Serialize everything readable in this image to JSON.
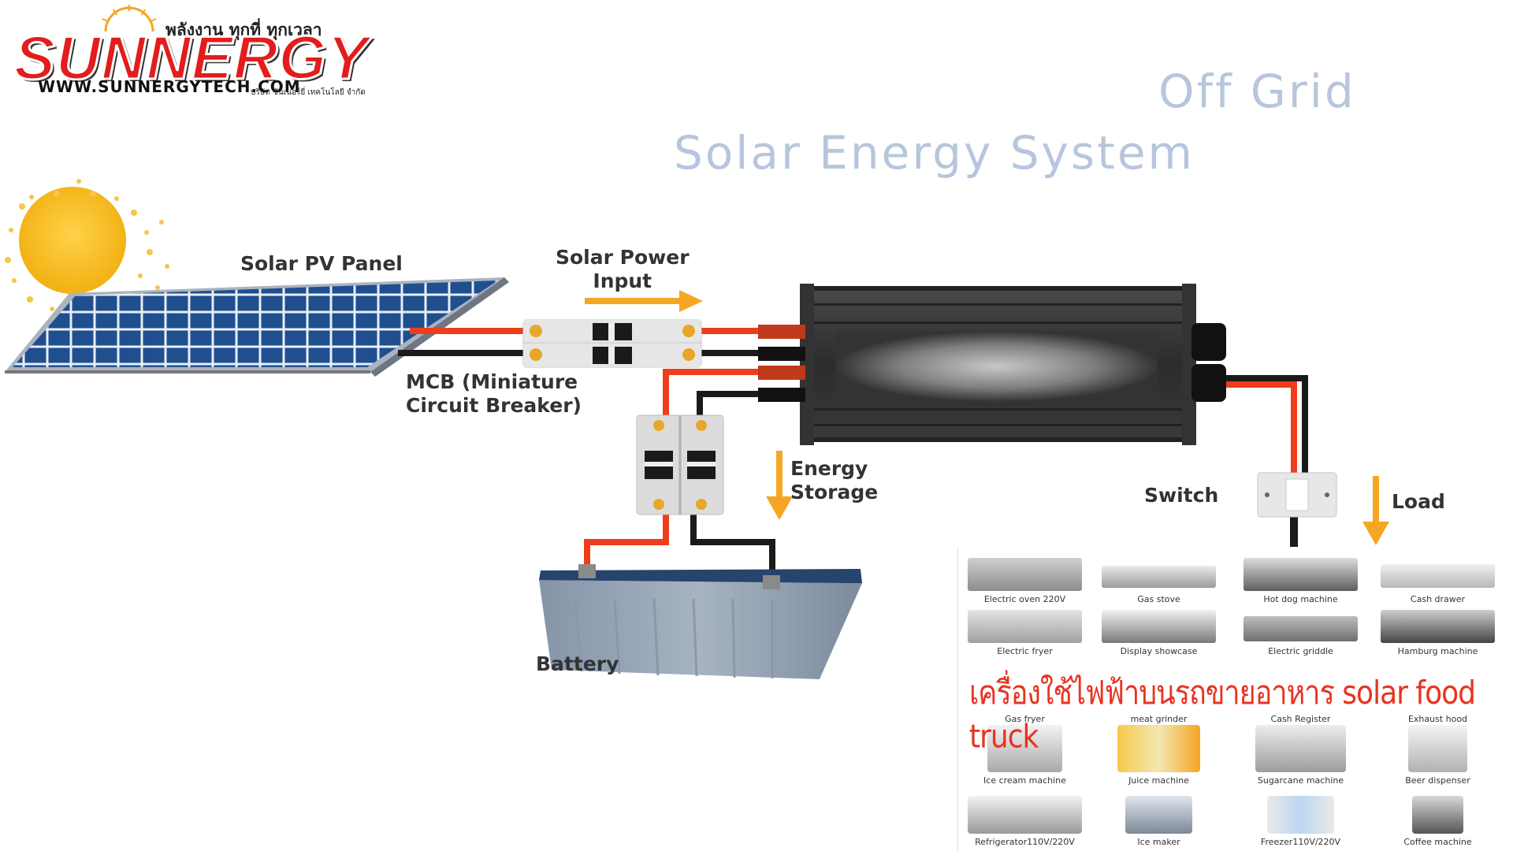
{
  "logo": {
    "word": "SUNNERGY",
    "tagline": "พลังงาน ทุกที่ ทุกเวลา",
    "url": "WWW.SUNNERGYTECH.COM",
    "company": "บริษัท ซันเนอร์ยี่ เทคโนโลยี จำกัด"
  },
  "title": {
    "line1": "Off Grid",
    "line2": "Solar Energy System"
  },
  "labels": {
    "panel": "Solar PV Panel",
    "input_line1": "Solar Power",
    "input_line2": "Input",
    "mcb_line1": "MCB (Miniature",
    "mcb_line2": "Circuit Breaker)",
    "storage_line1": "Energy",
    "storage_line2": "Storage",
    "switch": "Switch",
    "load": "Load",
    "battery": "Battery"
  },
  "appliances": {
    "row1": [
      "Electric oven  220V",
      "Gas stove",
      "Hot  dog machine",
      "Cash drawer"
    ],
    "row2": [
      "Electric fryer",
      "Display showcase",
      "Electric griddle",
      "Hamburg machine"
    ],
    "row3_top": [
      "Gas fryer",
      "meat grinder",
      "Cash Register",
      "Exhaust hood"
    ],
    "row3": [
      "Ice cream machine",
      "Juice machine",
      "Sugarcane machine",
      "Beer dispenser"
    ],
    "row4": [
      "Refrigerator110V/220V",
      "Ice maker",
      "Freezer110V/220V",
      "Coffee machine"
    ],
    "title": "เครื่องใช้ไฟฟ้าบนรถขายอาหาร solar food truck"
  },
  "colors": {
    "positive": "#ee3d1a",
    "negative": "#1a1a1a",
    "arrow": "#f5a623",
    "title": "#b7c6dc",
    "brand": "#e31c1c"
  }
}
